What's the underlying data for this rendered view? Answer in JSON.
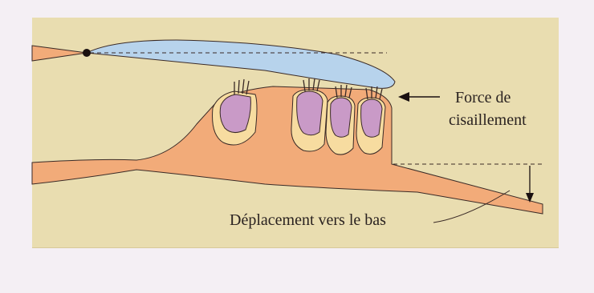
{
  "labels": {
    "shear_force_line1": "Force de",
    "shear_force_line2": "cisaillement",
    "downward_displacement": "Déplacement vers le bas"
  },
  "colors": {
    "panel_background": "#e9ddb0",
    "tissue": "#f2ab79",
    "tectorial_membrane": "#b7d3ec",
    "hair_cell": "#c99ac7",
    "outline": "#3a2a26"
  }
}
